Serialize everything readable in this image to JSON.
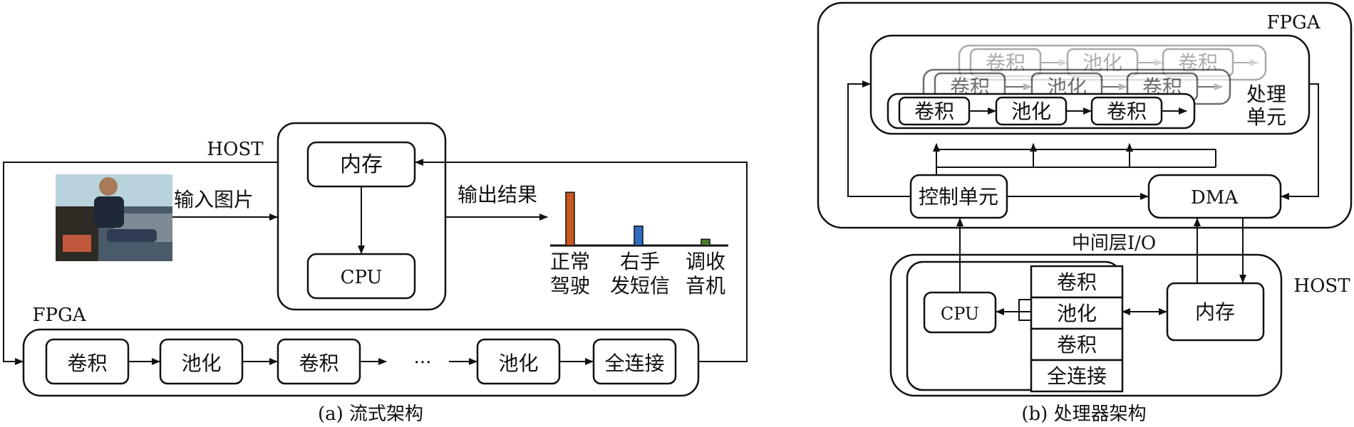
{
  "left": {
    "host_label": "HOST",
    "memory_label": "内存",
    "cpu_label": "CPU",
    "input_label": "输入图片",
    "output_label": "输出结果",
    "fpga_label": "FPGA",
    "pipeline": [
      "卷积",
      "池化",
      "卷积",
      "···",
      "池化",
      "全连接"
    ],
    "caption": "(a) 流式架构",
    "chart_data": {
      "type": "bar",
      "categories": [
        [
          "正常",
          "驾驶"
        ],
        [
          "右手",
          "发短信"
        ],
        [
          "调收",
          "音机"
        ]
      ],
      "values": [
        0.85,
        0.31,
        0.1
      ],
      "colors": [
        "#c8581f",
        "#2f6bbf",
        "#4e7a2a"
      ]
    }
  },
  "right": {
    "fpga_label": "FPGA",
    "pe_label_line1": "处理",
    "pe_label_line2": "单元",
    "pe_cells": [
      "卷积",
      "池化",
      "卷积"
    ],
    "control_label": "控制单元",
    "dma_label": "DMA",
    "io_label": "中间层I/O",
    "host_label": "HOST",
    "cpu_label": "CPU",
    "memory_label": "内存",
    "stack": [
      "卷积",
      "池化",
      "卷积",
      "全连接"
    ],
    "caption": "(b) 处理器架构"
  }
}
